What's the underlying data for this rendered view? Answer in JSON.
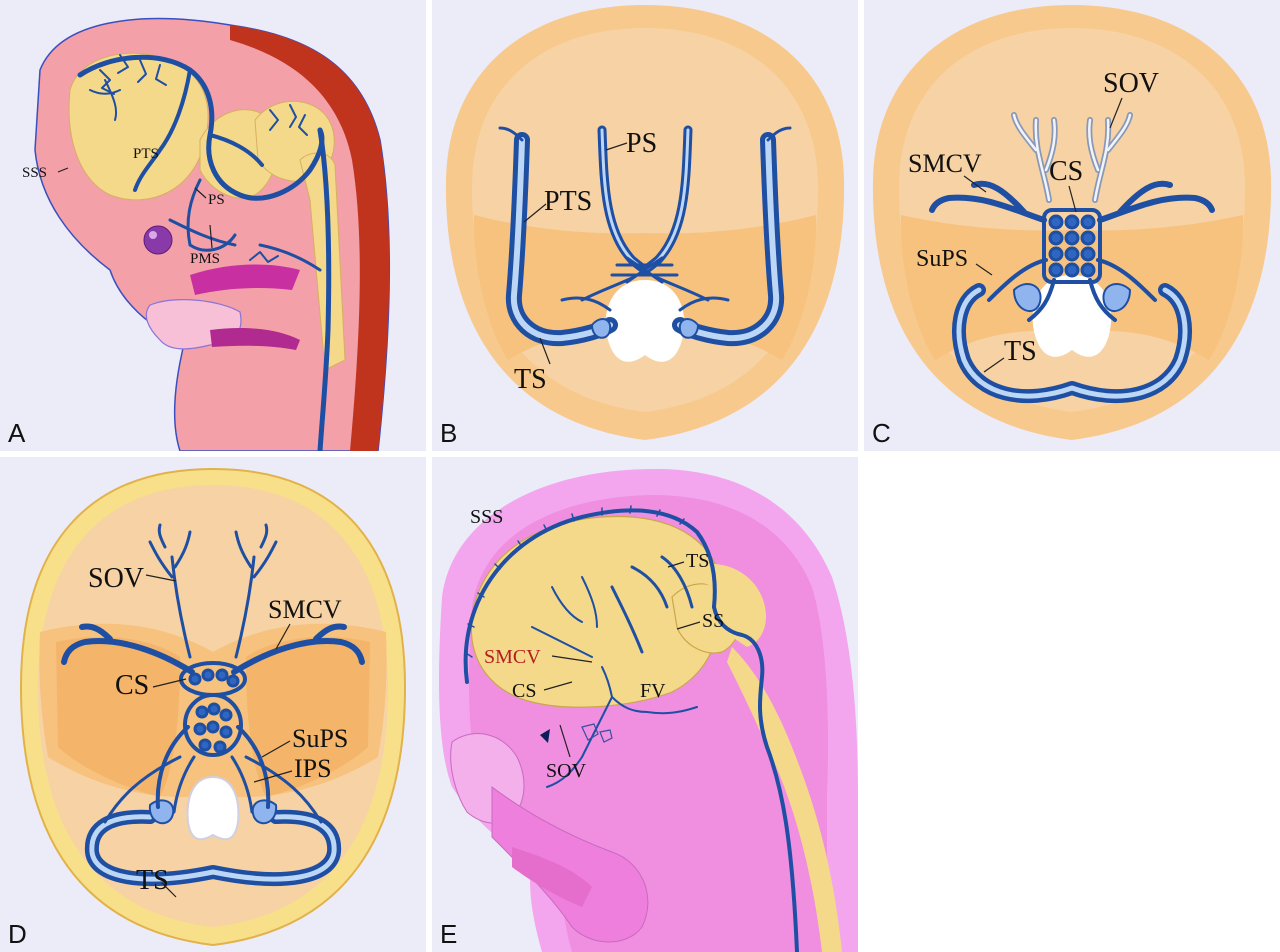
{
  "panels": {
    "a": {
      "letter": "A",
      "labels": {
        "sss": "SSS",
        "pts": "PTS",
        "ps": "PS",
        "pms": "PMS"
      }
    },
    "b": {
      "letter": "B",
      "labels": {
        "ps": "PS",
        "pts": "PTS",
        "ts": "TS"
      }
    },
    "c": {
      "letter": "C",
      "labels": {
        "sov": "SOV",
        "smcv": "SMCV",
        "cs": "CS",
        "sups": "SuPS",
        "ts": "TS"
      }
    },
    "d": {
      "letter": "D",
      "labels": {
        "sov": "SOV",
        "smcv": "SMCV",
        "cs": "CS",
        "sups": "SuPS",
        "ips": "IPS",
        "ts": "TS"
      }
    },
    "e": {
      "letter": "E",
      "labels": {
        "sss": "SSS",
        "ts": "TS",
        "ss": "SS",
        "smcv": "SMCV",
        "cs": "CS",
        "fv": "FV",
        "sov": "SOV"
      }
    }
  },
  "colors": {
    "panel_bg": "#ecebf8",
    "vein": "#1f4fa3",
    "vein_highlight": "#bcd6f5",
    "skull_outer": "#f8c98c",
    "skull_inner": "#f6d2a4",
    "embryo_pink": "#f3a0a8",
    "fetus_pink": "#f08ee0",
    "brain_yellow": "#f4d98a",
    "smcv_label_red": "#b41e1e"
  }
}
